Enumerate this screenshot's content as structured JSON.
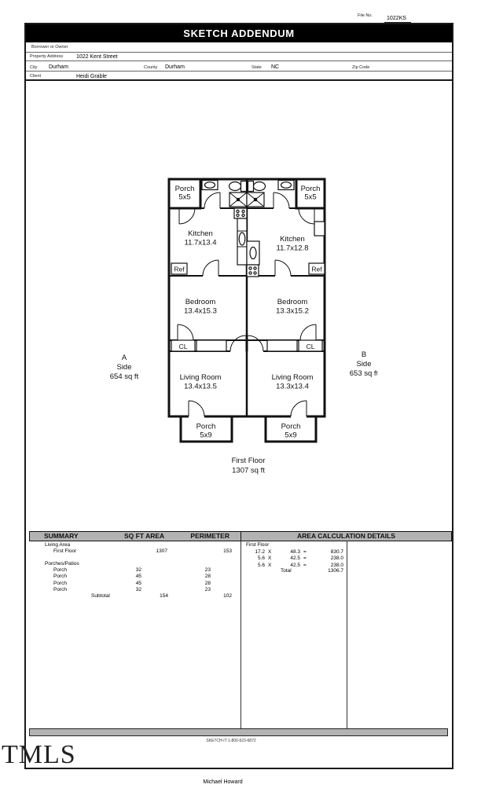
{
  "file_no": {
    "label": "File No.",
    "value": "1022KS"
  },
  "title": "SKETCH ADDENDUM",
  "form": {
    "borrower_label": "Borrower or Owner",
    "property_address_label": "Property Address",
    "property_address_value": "1022 Kent Street",
    "city_label": "City",
    "city_value": "Durham",
    "county_label": "County",
    "county_value": "Durham",
    "state_label": "State",
    "state_value": "NC",
    "zip_label": "Zip Code",
    "client_label": "Client",
    "client_value": "Heidi Grable"
  },
  "plan": {
    "porch_tl": {
      "name": "Porch",
      "dim": "5x5"
    },
    "porch_tr": {
      "name": "Porch",
      "dim": "5x5"
    },
    "kitchen_a": {
      "name": "Kitchen",
      "dim": "11.7x13.4"
    },
    "kitchen_b": {
      "name": "Kitchen",
      "dim": "11.7x12.8"
    },
    "ref_a": "Ref",
    "ref_b": "Ref",
    "bedroom_a": {
      "name": "Bedroom",
      "dim": "13.4x15.3"
    },
    "bedroom_b": {
      "name": "Bedroom",
      "dim": "13.3x15.2"
    },
    "cl_a": "CL",
    "cl_b": "CL",
    "living_a": {
      "name": "Living Room",
      "dim": "13.4x13.5"
    },
    "living_b": {
      "name": "Living Room",
      "dim": "13.3x13.4"
    },
    "porch_bl": {
      "name": "Porch",
      "dim": "5x9"
    },
    "porch_br": {
      "name": "Porch",
      "dim": "5x9"
    },
    "side_a": {
      "l1": "A",
      "l2": "Side",
      "l3": "654 sq ft"
    },
    "side_b": {
      "l1": "B",
      "l2": "Side",
      "l3": "653 sq ft"
    },
    "first_floor": {
      "l1": "First Floor",
      "l2": "1307 sq ft"
    }
  },
  "summary": {
    "header": {
      "summary": "SUMMARY",
      "sqft": "SQ FT AREA",
      "perimeter": "PERIMETER"
    },
    "living_area_label": "Living Area",
    "first_floor": {
      "label": "First Floor",
      "sqft": "1307",
      "perimeter": "153"
    },
    "porches_label": "Porches/Patios",
    "porch_rows": [
      {
        "label": "Porch",
        "sqft": "32",
        "perimeter": "23"
      },
      {
        "label": "Porch",
        "sqft": "45",
        "perimeter": "28"
      },
      {
        "label": "Porch",
        "sqft": "45",
        "perimeter": "28"
      },
      {
        "label": "Porch",
        "sqft": "32",
        "perimeter": "23"
      }
    ],
    "subtotal": {
      "label": "Subtotal",
      "sqft": "154",
      "perimeter": "102"
    }
  },
  "details": {
    "header": "AREA CALCULATION DETAILS",
    "section_label": "First Floor",
    "rows": [
      {
        "w": "17.2",
        "x": "X",
        "l": "48.3",
        "eq": "=",
        "area": "830.7"
      },
      {
        "w": "5.6",
        "x": "X",
        "l": "42.5",
        "eq": "=",
        "area": "238.0"
      },
      {
        "w": "5.6",
        "x": "X",
        "l": "42.5",
        "eq": "=",
        "area": "238.0"
      }
    ],
    "total_label": "Total",
    "total_value": "1306.7"
  },
  "footer": {
    "vendor": "SKETCH-IT 1-800-523-6872",
    "watermark": "TMLS",
    "preparer": "Michael Howard"
  },
  "colors": {
    "header_gray": "#b3b3b3",
    "title_black": "#000000"
  }
}
